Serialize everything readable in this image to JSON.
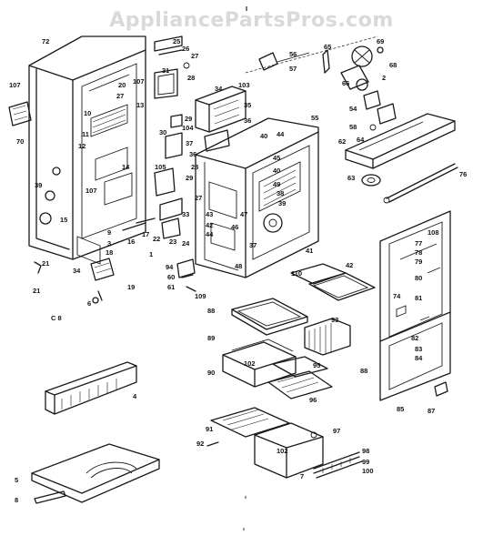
{
  "watermark": "AppliancePartsPros.com",
  "top_mark": "I",
  "side_mark": "C 8",
  "part_labels": [
    "72",
    "107",
    "70",
    "10",
    "11",
    "12",
    "13",
    "14",
    "107",
    "20",
    "27",
    "25",
    "26",
    "27",
    "28",
    "31",
    "34",
    "103",
    "35",
    "36",
    "30",
    "104",
    "29",
    "105",
    "28",
    "29",
    "36",
    "37",
    "27",
    "33",
    "22",
    "23",
    "24",
    "21",
    "17",
    "16",
    "15",
    "39",
    "9",
    "3",
    "18",
    "107",
    "21",
    "34",
    "19",
    "6",
    "1",
    "56",
    "57",
    "55",
    "65",
    "69",
    "66",
    "2",
    "68",
    "54",
    "58",
    "64",
    "62",
    "76",
    "63",
    "44",
    "40",
    "45",
    "40",
    "49",
    "38",
    "39",
    "47",
    "46",
    "43",
    "42",
    "44",
    "48",
    "41",
    "37",
    "94",
    "60",
    "61",
    "109",
    "110",
    "42",
    "108",
    "77",
    "78",
    "79",
    "80",
    "74",
    "81",
    "82",
    "83",
    "84",
    "88",
    "85",
    "87",
    "88",
    "89",
    "93",
    "90",
    "102",
    "95",
    "96",
    "4",
    "5",
    "8",
    "91",
    "92",
    "97",
    "102",
    "98",
    "99",
    "100",
    "7"
  ]
}
